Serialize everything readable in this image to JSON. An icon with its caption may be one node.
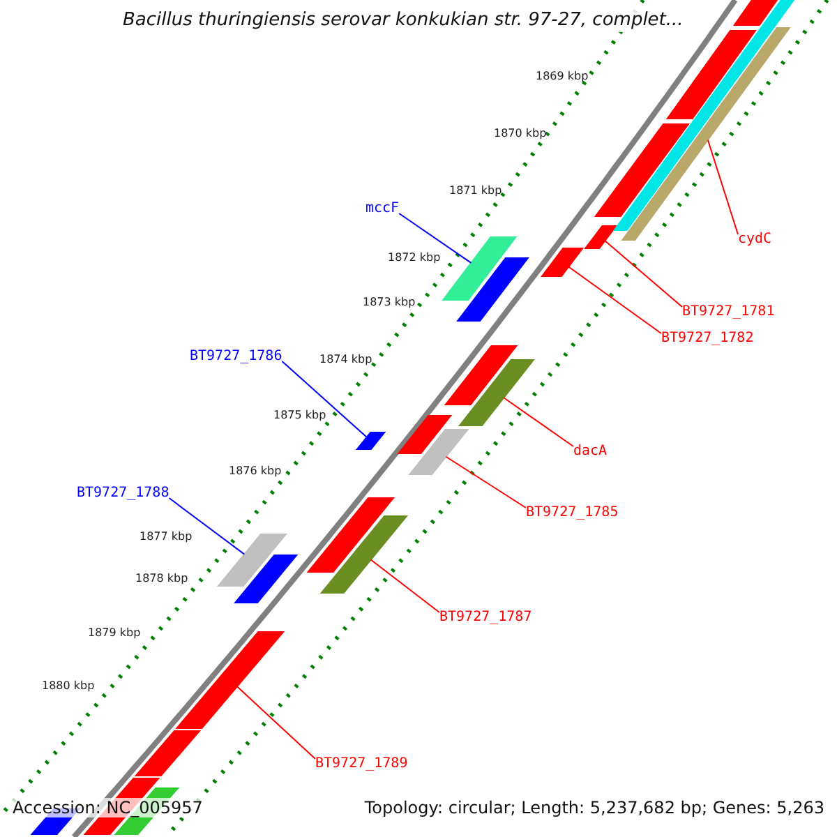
{
  "diagram": {
    "title": "Bacillus thuringiensis serovar konkukian str. 97-27, complet...",
    "nodes": [
      {
        "text": [
          "mccF"
        ]
      },
      {
        "text": [
          "BT9727_1786"
        ]
      },
      {
        "text": [
          "BT9727_1788"
        ]
      },
      {
        "text": [
          "cydC"
        ]
      },
      {
        "text": [
          "BT9727_1781"
        ]
      },
      {
        "text": [
          "BT9727_1782"
        ]
      },
      {
        "text": [
          "dacA"
        ]
      },
      {
        "text": [
          "BT9727_1785"
        ]
      },
      {
        "text": [
          "BT9727_1787"
        ]
      },
      {
        "text": [
          "BT9727_1789"
        ]
      },
      {
        "text": [],
        "shape": "bar"
      },
      {
        "text": [],
        "shape": "bar"
      },
      {
        "text": [],
        "shape": "bar"
      },
      {
        "text": [],
        "shape": "bar"
      },
      {
        "text": [],
        "shape": "bar"
      },
      {
        "text": [],
        "shape": "bar"
      },
      {
        "text": [],
        "shape": "bar"
      },
      {
        "text": [],
        "shape": "bar"
      },
      {
        "text": [],
        "shape": "bar"
      },
      {
        "text": [],
        "shape": "bar"
      },
      {
        "text": [],
        "shape": "bar"
      },
      {
        "text": [],
        "shape": "bar"
      },
      {
        "text": [],
        "shape": "bar"
      },
      {
        "text": [],
        "shape": "bar"
      },
      {
        "text": [],
        "shape": "bar"
      },
      {
        "text": [],
        "shape": "bar"
      },
      {
        "text": [],
        "shape": "bar"
      },
      {
        "text": [],
        "shape": "bar"
      },
      {
        "text": [],
        "shape": "bar"
      },
      {
        "text": [],
        "shape": "bar"
      },
      {
        "text": [],
        "shape": "bar"
      },
      {
        "text": [],
        "shape": "bar"
      },
      {
        "text": [],
        "shape": "bar"
      }
    ],
    "edges": [
      {
        "from": 0,
        "to": 10,
        "arrow": "none",
        "color": "#0000ff"
      },
      {
        "from": 1,
        "to": 11,
        "arrow": "none",
        "color": "#0000ff"
      },
      {
        "from": 2,
        "to": 12,
        "arrow": "none",
        "color": "#0000ff"
      },
      {
        "from": 3,
        "to": 13,
        "arrow": "none"
      },
      {
        "from": 4,
        "to": 14,
        "arrow": "none"
      },
      {
        "from": 5,
        "to": 15,
        "arrow": "none"
      },
      {
        "from": 6,
        "to": 16,
        "arrow": "none"
      },
      {
        "from": 7,
        "to": 17,
        "arrow": "none"
      },
      {
        "from": 8,
        "to": 18,
        "arrow": "none"
      },
      {
        "from": 9,
        "to": 19,
        "arrow": "none"
      }
    ],
    "labels": [
      "1869 kbp",
      "1870 kbp",
      "1871 kbp",
      "1872 kbp",
      "1873 kbp",
      "1874 kbp",
      "1875 kbp",
      "1876 kbp",
      "1877 kbp",
      "1878 kbp",
      "1879 kbp",
      "1880 kbp",
      "Accession: NC_005957",
      "Topology: circular; Length: 5,237,682 bp; Genes: 5,263"
    ]
  }
}
